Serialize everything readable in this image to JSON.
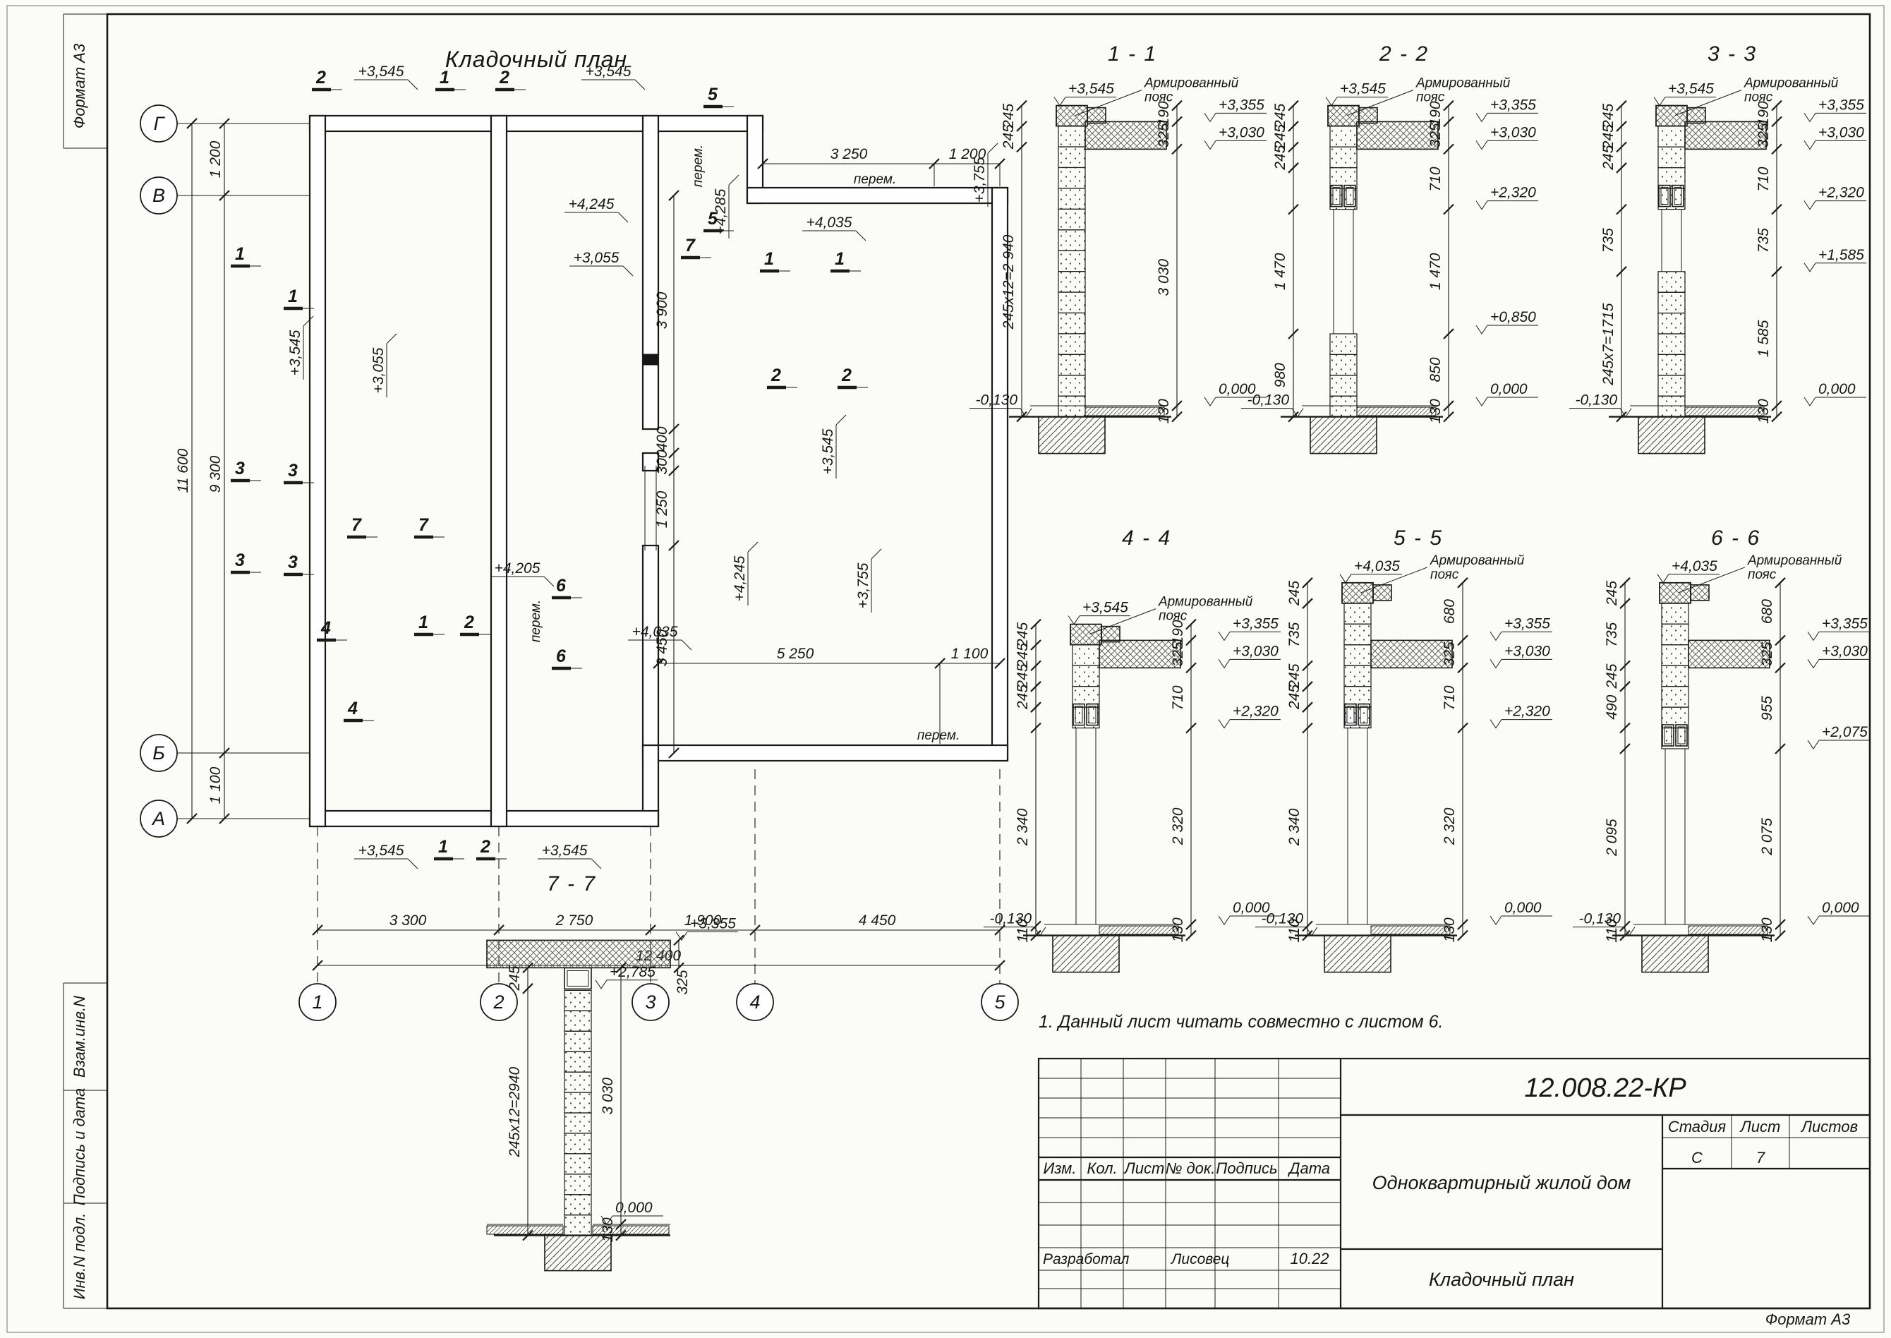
{
  "sheet": {
    "note": "1. Данный лист читать совместно с листом 6."
  },
  "margins": {
    "format": "Формат А3",
    "box1": "Взам.инв.N",
    "box2": "Подпись и дата",
    "box3": "Инв.N подл."
  },
  "plan": {
    "title": "Кладочный план",
    "axes": {
      "rows": [
        "Г",
        "В",
        "Б",
        "А"
      ],
      "cols": [
        "1",
        "2",
        "3",
        "4",
        "5"
      ]
    },
    "marks": {
      "s1": "1",
      "s2": "2",
      "s3": "3",
      "s4": "4",
      "s5": "5",
      "s6": "6",
      "s7": "7"
    },
    "lintel": "перем.",
    "elev": {
      "e3055": "+3,055",
      "e3545": "+3,545",
      "e3755": "+3,755",
      "e4035": "+4,035",
      "e4205": "+4,205",
      "e4245": "+4,245",
      "e4285": "+4,285"
    },
    "dims": {
      "d3300": "3 300",
      "d2750": "2 750",
      "d1900": "1 900",
      "d4450": "4 450",
      "d12400": "12 400",
      "d1200": "1 200",
      "d9300": "9 300",
      "d1100": "1 100",
      "d11600": "11 600",
      "d3250": "3 250",
      "d5250": "5 250",
      "w3900": "3 900",
      "w400": "400",
      "w300": "300",
      "w1250": "1 250",
      "w3450": "3 450"
    }
  },
  "sections": [
    {
      "title": "1 - 1",
      "callout1": "Армированный",
      "callout2": "пояс",
      "top_elev": "+3,545",
      "base_elev": "-0,130",
      "left_dims": [
        "245",
        "245",
        "245х12=2 940"
      ],
      "right_dims": [
        "190",
        "325",
        "3 030",
        "130"
      ],
      "elevations": [
        "+3,355",
        "+3,030",
        "0,000"
      ]
    },
    {
      "title": "2 - 2",
      "callout1": "Армированный",
      "callout2": "пояс",
      "top_elev": "+3,545",
      "base_elev": "-0,130",
      "left_dims": [
        "245",
        "245",
        "245",
        "1 470",
        "980"
      ],
      "right_dims": [
        "190",
        "325",
        "710",
        "1 470",
        "850",
        "130"
      ],
      "elevations": [
        "+3,355",
        "+3,030",
        "+2,320",
        "+0,850",
        "0,000"
      ]
    },
    {
      "title": "3 - 3",
      "callout1": "Армированный",
      "callout2": "пояс",
      "top_elev": "+3,545",
      "base_elev": "-0,130",
      "left_dims": [
        "245",
        "245",
        "245",
        "735",
        "245х7=1715"
      ],
      "right_dims": [
        "190",
        "325",
        "710",
        "735",
        "1 585",
        "130"
      ],
      "elevations": [
        "+3,355",
        "+3,030",
        "+2,320",
        "+1,585",
        "0,000"
      ]
    },
    {
      "title": "4 - 4",
      "callout1": "Армированный",
      "callout2": "пояс",
      "top_elev": "+3,545",
      "base_elev": "-0,130",
      "left_dims": [
        "245",
        "245",
        "245",
        "245",
        "2 340",
        "110"
      ],
      "right_dims": [
        "190",
        "325",
        "710",
        "2 320",
        "130"
      ],
      "elevations": [
        "+3,355",
        "+3,030",
        "+2,320",
        "0,000"
      ]
    },
    {
      "title": "5 - 5",
      "callout1": "Армированный",
      "callout2": "пояс",
      "top_elev": "+4,035",
      "base_elev": "-0,130",
      "left_dims": [
        "245",
        "735",
        "245",
        "245",
        "2 340",
        "110"
      ],
      "right_dims": [
        "680",
        "325",
        "710",
        "2 320",
        "130"
      ],
      "elevations": [
        "+3,355",
        "+3,030",
        "+2,320",
        "0,000"
      ]
    },
    {
      "title": "6 - 6",
      "callout1": "Армированный",
      "callout2": "пояс",
      "top_elev": "+4,035",
      "base_elev": "-0,130",
      "left_dims": [
        "245",
        "735",
        "245",
        "490",
        "2 095",
        "110"
      ],
      "right_dims": [
        "680",
        "325",
        "955",
        "2 075",
        "130"
      ],
      "elevations": [
        "+3,355",
        "+3,030",
        "+2,075",
        "0,000"
      ]
    }
  ],
  "section7": {
    "title": "7 - 7",
    "top_elev": "+3,355",
    "dim_325": "325",
    "elev_2785": "+2,785",
    "elev_0": "0,000",
    "left_dims": [
      "245",
      "245х12=2940"
    ],
    "right_dims": [
      "3 030",
      "130"
    ]
  },
  "title_block": {
    "doc_number": "12.008.22-КР",
    "project_name": "Одноквартирный жилой дом",
    "drawing_name": "Кладочный план",
    "col_izm": "Изм.",
    "col_kol": "Кол.",
    "col_list": "Лист",
    "col_doc": "№ док.",
    "col_sign": "Подпись",
    "col_date": "Дата",
    "developed_label": "Разработал",
    "developed_name": "Лисовец",
    "developed_date": "10.22",
    "stage_label": "Стадия",
    "sheet_label": "Лист",
    "sheets_label": "Листов",
    "stage_value": "С",
    "sheet_value": "7"
  }
}
